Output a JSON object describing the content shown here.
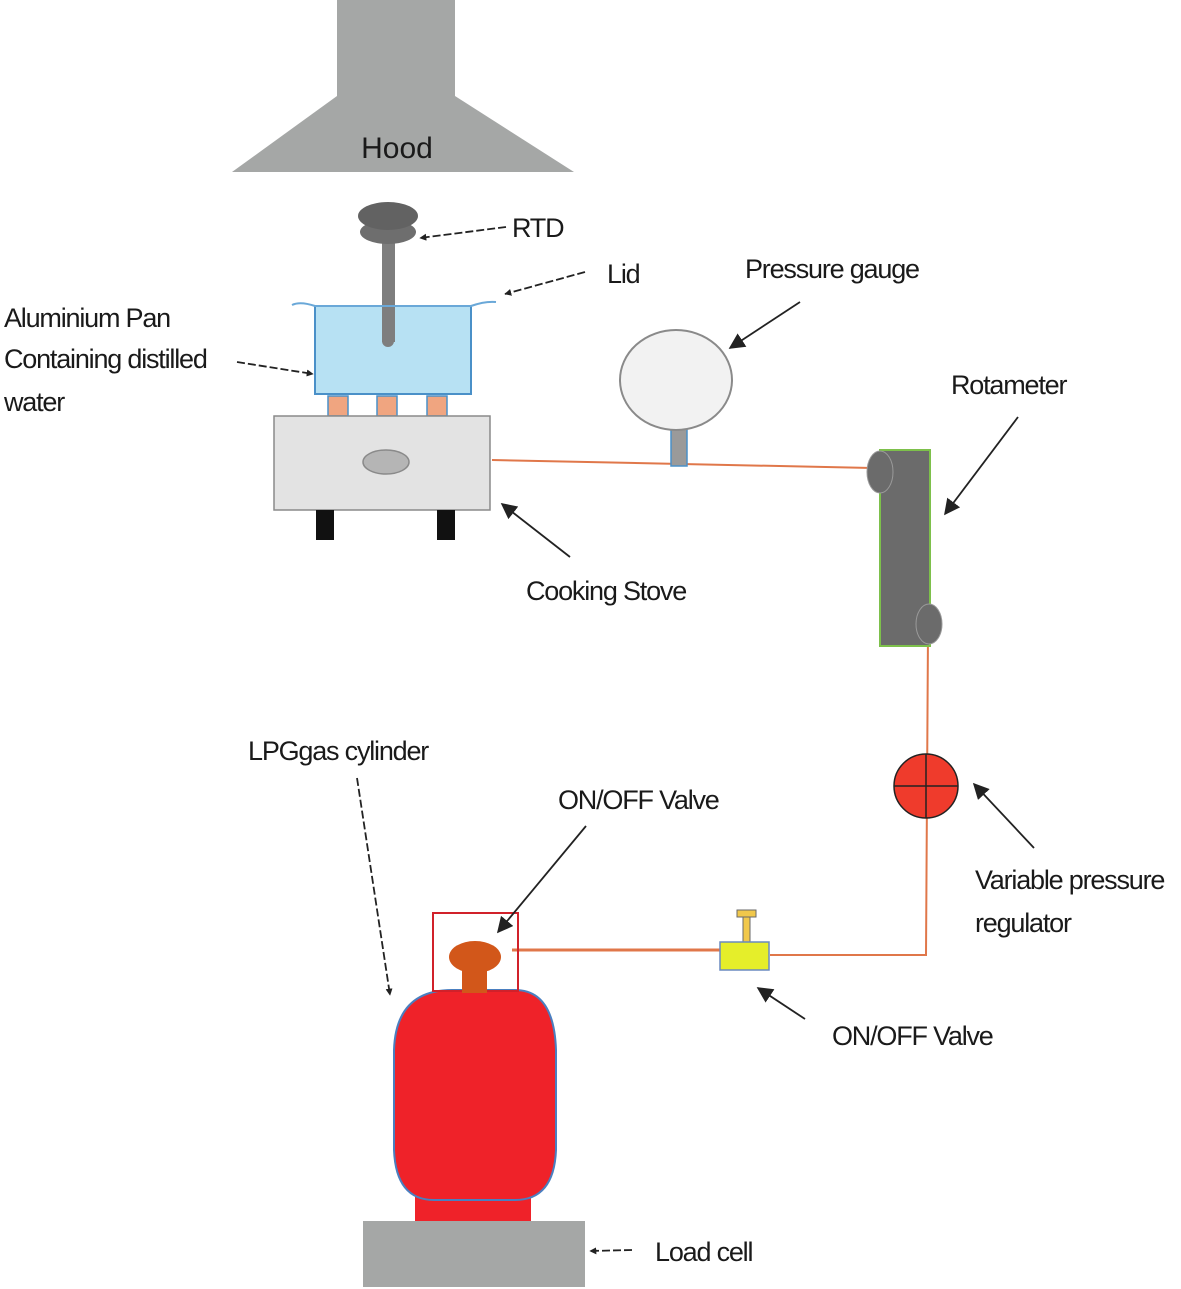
{
  "labels": {
    "hood": "Hood",
    "rtd": "RTD",
    "lid": "Lid",
    "pan_line1": "Aluminium  Pan",
    "pan_line2": "Containing distilled",
    "pan_line3": "water",
    "pressure_gauge": "Pressure gauge",
    "rotameter": "Rotameter",
    "cooking_stove": "Cooking Stove",
    "lpg_cylinder": "LPGgas cylinder",
    "cylinder_valve": "ON/OFF Valve",
    "regulator_line1": "Variable pressure",
    "regulator_line2": "regulator",
    "line_valve": "ON/OFF Valve",
    "load_cell": "Load cell"
  },
  "colors": {
    "hood": "#a5a7a6",
    "pan_water": "#b7e1f3",
    "pan_outline": "#4a90c8",
    "burner_pad": "#f0a580",
    "stove_body": "#e3e3e3",
    "stove_feet": "#111111",
    "rtd_probe": "#7e7e7e",
    "gauge_face": "#f2f2f2",
    "rotameter_body": "#6b6b6b",
    "rotameter_outline": "#7dc04b",
    "gas_line": "#e0774a",
    "regulator": "#ef3b2c",
    "valve_body": "#e5ee2a",
    "valve_handle": "#f1c84b",
    "cylinder_body": "#ef2229",
    "cylinder_outline": "#4a7fc0",
    "cylinder_cap": "#d2571a",
    "valve_box": "#d1212a",
    "load_cell": "#a5a7a6",
    "arrow": "#222222"
  }
}
